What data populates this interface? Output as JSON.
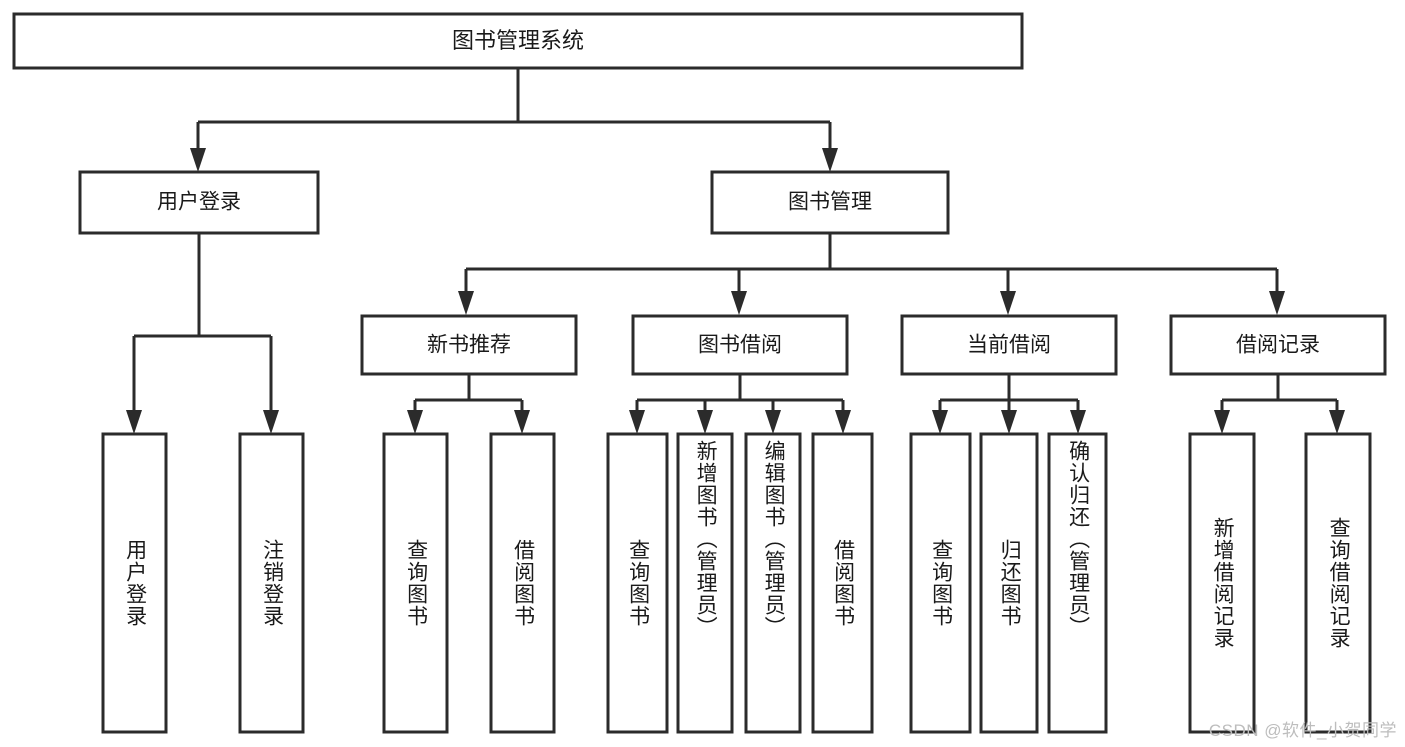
{
  "diagram": {
    "type": "hierarchy-tree",
    "title": "图书管理系统",
    "watermark": "CSDN @软件_小贺同学",
    "levels": {
      "root": {
        "label": "图书管理系统"
      },
      "level1": [
        {
          "id": "user-login",
          "label": "用户登录"
        },
        {
          "id": "book-manage",
          "label": "图书管理"
        }
      ],
      "level2": [
        {
          "id": "new-book-recommend",
          "label": "新书推荐",
          "parent": "book-manage"
        },
        {
          "id": "book-borrow",
          "label": "图书借阅",
          "parent": "book-manage"
        },
        {
          "id": "current-borrow",
          "label": "当前借阅",
          "parent": "book-manage"
        },
        {
          "id": "borrow-record",
          "label": "借阅记录",
          "parent": "book-manage"
        }
      ],
      "leaves": [
        {
          "id": "leaf-user-login",
          "label": "用户登录",
          "parent": "user-login"
        },
        {
          "id": "leaf-logout-login",
          "label": "注销登录",
          "parent": "user-login"
        },
        {
          "id": "leaf-query-book-1",
          "label": "查询图书",
          "parent": "new-book-recommend"
        },
        {
          "id": "leaf-borrow-book-1",
          "label": "借阅图书",
          "parent": "new-book-recommend"
        },
        {
          "id": "leaf-query-book-2",
          "label": "查询图书",
          "parent": "book-borrow"
        },
        {
          "id": "leaf-add-book",
          "label": "新增图书（管理员）",
          "parent": "book-borrow"
        },
        {
          "id": "leaf-edit-book",
          "label": "编辑图书（管理员）",
          "parent": "book-borrow"
        },
        {
          "id": "leaf-borrow-book-2",
          "label": "借阅图书",
          "parent": "book-borrow"
        },
        {
          "id": "leaf-query-book-3",
          "label": "查询图书",
          "parent": "current-borrow"
        },
        {
          "id": "leaf-return-book",
          "label": "归还图书",
          "parent": "current-borrow"
        },
        {
          "id": "leaf-confirm-return",
          "label": "确认归还（管理员）",
          "parent": "current-borrow"
        },
        {
          "id": "leaf-add-record",
          "label": "新增借阅记录",
          "parent": "borrow-record"
        },
        {
          "id": "leaf-query-record",
          "label": "查询借阅记录",
          "parent": "borrow-record"
        }
      ]
    },
    "colors": {
      "stroke": "#2b2b2b",
      "fill": "#ffffff",
      "text": "#1a1a1a",
      "watermark": "#bdbdbd"
    }
  }
}
